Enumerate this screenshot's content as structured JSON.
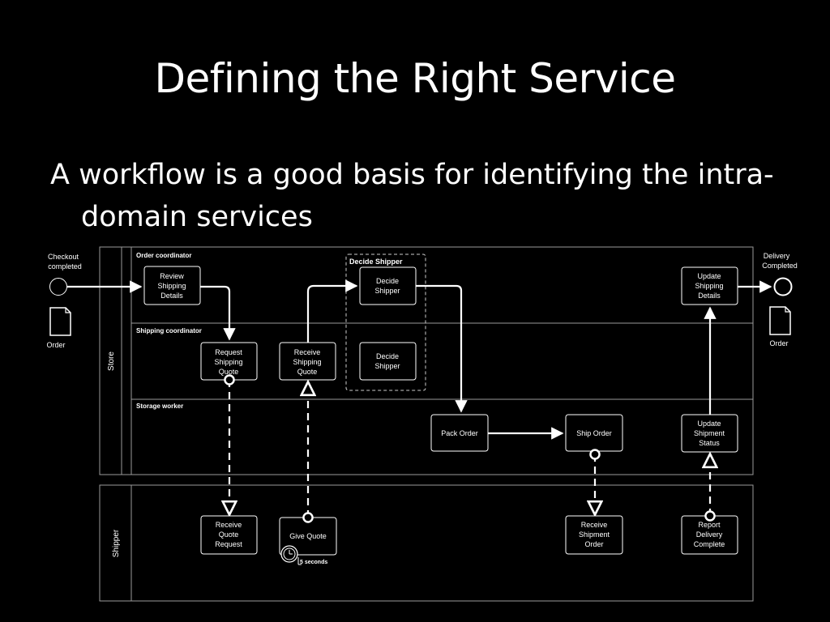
{
  "slide": {
    "title": "Defining the Right Service",
    "bullet": "A workflow is a good basis for identifying the intra-domain services"
  },
  "diagram": {
    "pools": [
      "Store",
      "Shipper"
    ],
    "lanes": [
      "Order coordinator",
      "Shipping coordinator",
      "Storage worker"
    ],
    "start_event": {
      "label_line1": "Checkout",
      "label_line2": "completed",
      "doc_label": "Order"
    },
    "end_event": {
      "label_line1": "Delivery",
      "label_line2": "Completed",
      "doc_label": "Order"
    },
    "group_label": "Decide Shipper",
    "timer_label": "5 seconds",
    "tasks": {
      "review": [
        "Review",
        "Shipping",
        "Details"
      ],
      "request_quote": [
        "Request",
        "Shipping",
        "Quote"
      ],
      "receive_quote": [
        "Receive",
        "Shipping",
        "Quote"
      ],
      "decide_top": [
        "Decide",
        "Shipper"
      ],
      "decide_mid": [
        "Decide",
        "Shipper"
      ],
      "update_details": [
        "Update",
        "Shipping",
        "Details"
      ],
      "pack": [
        "Pack Order"
      ],
      "ship": [
        "Ship Order"
      ],
      "update_status": [
        "Update",
        "Shipment",
        "Status"
      ],
      "receive_request": [
        "Receive",
        "Quote",
        "Request"
      ],
      "give_quote": [
        "Give Quote"
      ],
      "receive_order": [
        "Receive",
        "Shipment",
        "Order"
      ],
      "report": [
        "Report",
        "Delivery",
        "Complete"
      ]
    }
  }
}
